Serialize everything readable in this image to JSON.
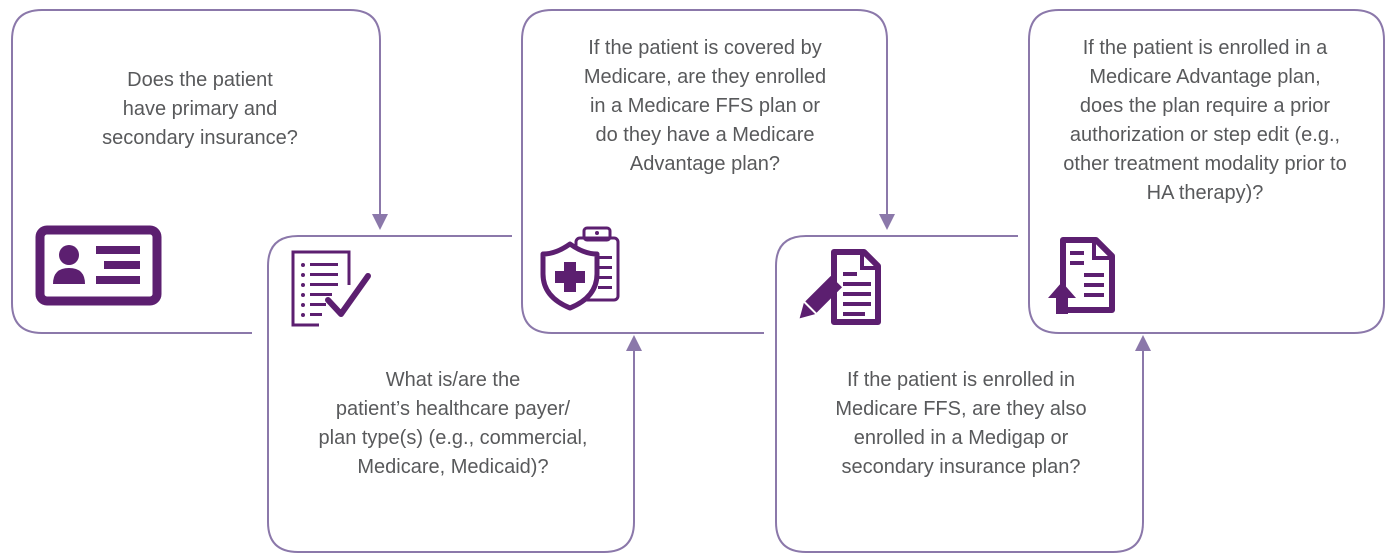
{
  "colors": {
    "accent": "#8b78aa",
    "icon": "#5c1f70",
    "text": "#58595b",
    "background": "#ffffff"
  },
  "steps": [
    {
      "lines": [
        "Does the patient",
        "have primary and",
        "secondary insurance?"
      ],
      "icon": "id-card-icon"
    },
    {
      "lines": [
        "What is/are the",
        "patient’s healthcare payer/",
        "plan type(s) (e.g., commercial,",
        "Medicare, Medicaid)?"
      ],
      "icon": "checklist-icon"
    },
    {
      "lines": [
        "If the patient is covered by",
        "Medicare, are they enrolled",
        "in a Medicare FFS plan or",
        "do they have a Medicare",
        "Advantage plan?"
      ],
      "icon": "medical-shield-clipboard-icon"
    },
    {
      "lines": [
        "If the patient is enrolled in",
        "Medicare FFS, are they also",
        "enrolled in a Medigap or",
        "secondary insurance plan?"
      ],
      "icon": "document-pencil-icon"
    },
    {
      "lines": [
        "If the patient is enrolled in a",
        "Medicare Advantage plan,",
        "does the plan require a prior",
        "authorization or step edit (e.g.,",
        "other treatment modality prior to",
        "HA therapy)?"
      ],
      "icon": "document-upload-icon"
    }
  ]
}
